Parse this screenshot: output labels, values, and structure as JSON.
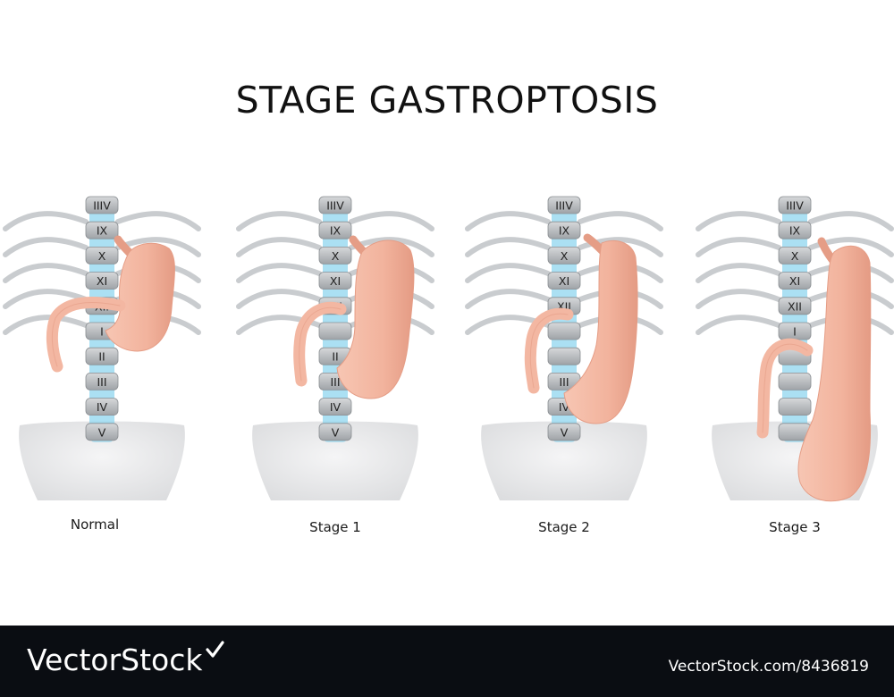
{
  "title": "STAGE GASTROPTOSIS",
  "vertebrae": [
    "IIIV",
    "IX",
    "X",
    "XI",
    "XII",
    "I",
    "II",
    "III",
    "IV",
    "V"
  ],
  "panels": [
    {
      "id": "normal",
      "caption": "Normal",
      "hidden_labels": [],
      "drop": 0
    },
    {
      "id": "stage1",
      "caption": "Stage 1",
      "hidden_labels": [
        5
      ],
      "drop": 1
    },
    {
      "id": "stage2",
      "caption": "Stage 2",
      "hidden_labels": [
        5,
        6
      ],
      "drop": 2
    },
    {
      "id": "stage3",
      "caption": "Stage 3",
      "hidden_labels": [
        6,
        7,
        8,
        9
      ],
      "drop": 3
    }
  ],
  "colors": {
    "stomach": "#f3b7a2",
    "stomach_shadow": "#e59d86",
    "vertebra": "#b9bcbf",
    "disc": "#8fd5ef",
    "rib": "#c9cccf",
    "pelvis": "#e6e7e8"
  },
  "watermark": {
    "brand": "VectorStock",
    "url": "VectorStock.com/8436819"
  }
}
